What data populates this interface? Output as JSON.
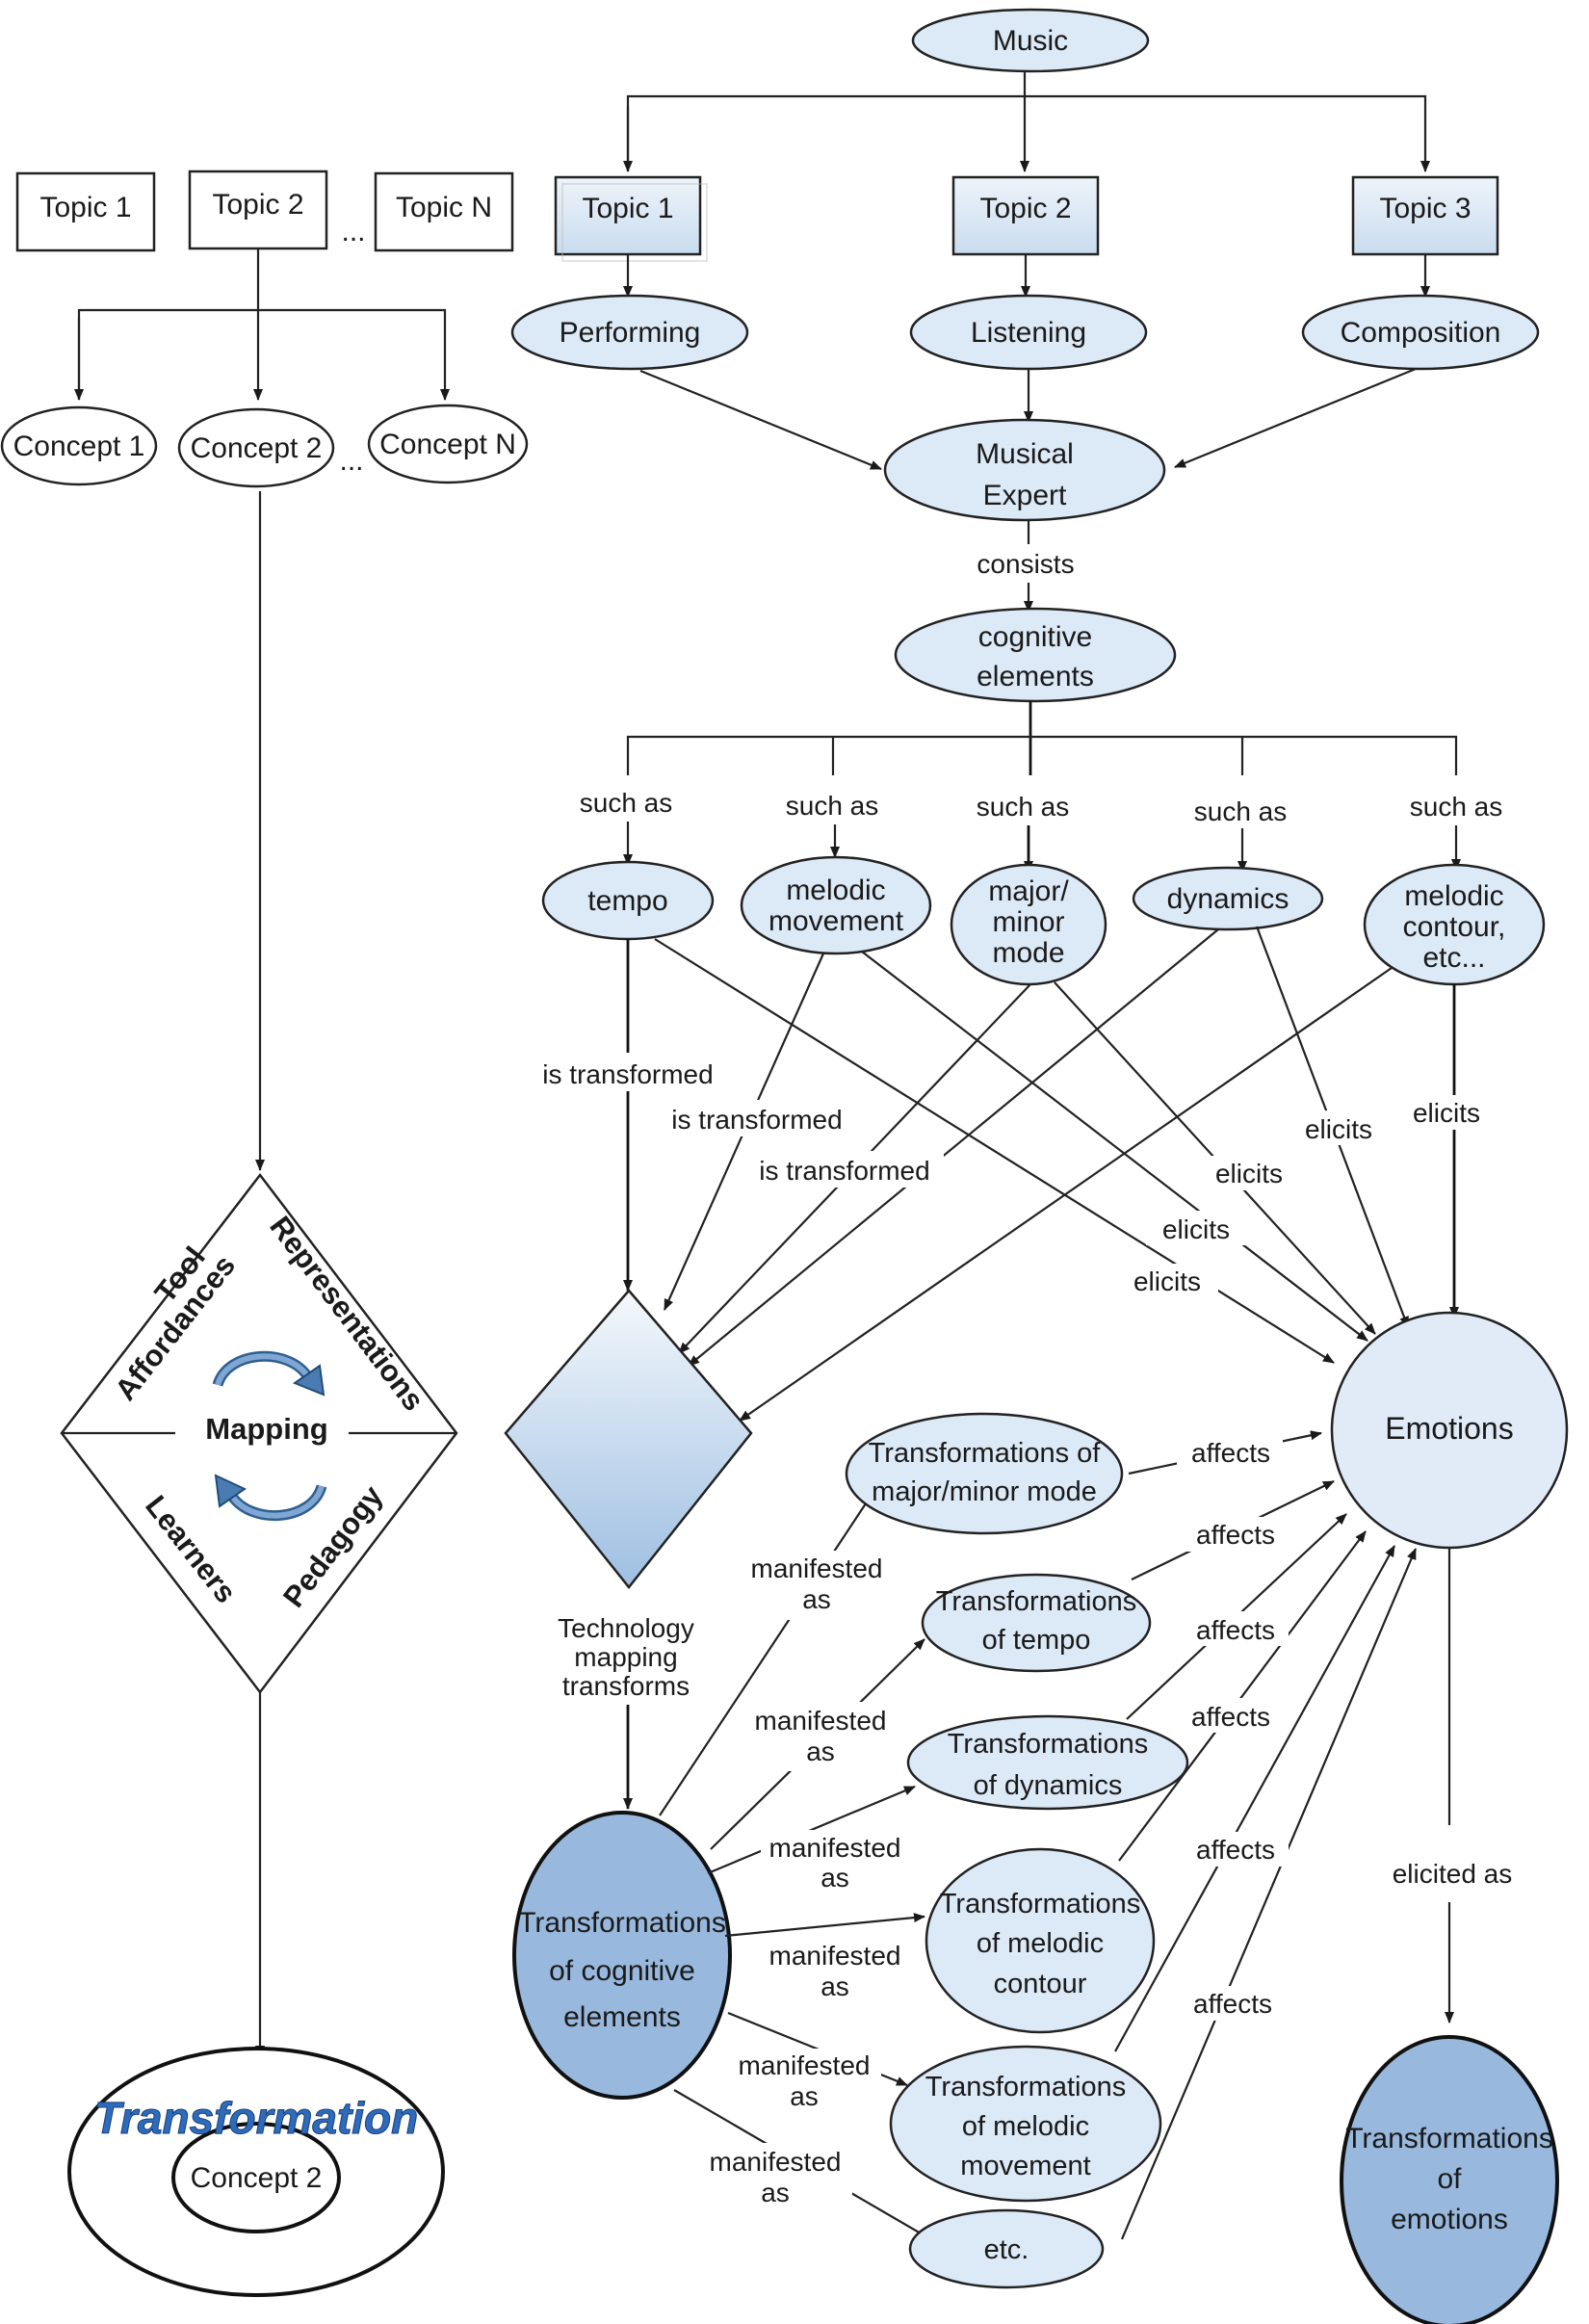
{
  "left": {
    "topics": [
      "Topic 1",
      "Topic 2",
      "Topic N"
    ],
    "ellipsis": "...",
    "concepts": [
      "Concept 1",
      "Concept 2",
      "Concept N"
    ],
    "tpack": {
      "tool": "Tool",
      "affordances": "Affordances",
      "representations": "Representations",
      "mapping": "Mapping",
      "learners": "Learners",
      "pedagogy": "Pedagogy"
    },
    "transformation": "Transformation",
    "concept_inner": "Concept 2"
  },
  "right": {
    "music": "Music",
    "topics": [
      "Topic 1",
      "Topic 2",
      "Topic 3"
    ],
    "activities": [
      "Performing",
      "Listening",
      "Composition"
    ],
    "expert": [
      "Musical",
      "Expert"
    ],
    "consists": "consists",
    "cognitive": [
      "cognitive",
      "elements"
    ],
    "such_as": "such as",
    "elements": {
      "tempo": [
        "tempo"
      ],
      "melodic_movement": [
        "melodic",
        "movement"
      ],
      "mode": [
        "major/",
        "minor",
        "mode"
      ],
      "dynamics": [
        "dynamics"
      ],
      "contour": [
        "melodic",
        "contour,",
        "etc..."
      ]
    },
    "is_transformed": "is transformed",
    "elicits": "elicits",
    "emotions": "Emotions",
    "technology": [
      "Technology",
      "mapping",
      "transforms"
    ],
    "transform_cog": [
      "Transformations",
      "of cognitive",
      "elements"
    ],
    "manifested": [
      "manifested",
      "as"
    ],
    "affects": "affects",
    "t_mode": [
      "Transformations of",
      "major/minor mode"
    ],
    "t_tempo": [
      "Transformations",
      "of tempo"
    ],
    "t_dynamics": [
      "Transformations",
      "of dynamics"
    ],
    "t_contour": [
      "Transformations",
      "of melodic",
      "contour"
    ],
    "t_movement": [
      "Transformations",
      "of melodic",
      "movement"
    ],
    "t_etc": [
      "etc."
    ],
    "elicited_as": "elicited as",
    "t_emotions": [
      "Transformations",
      "of",
      "emotions"
    ]
  }
}
